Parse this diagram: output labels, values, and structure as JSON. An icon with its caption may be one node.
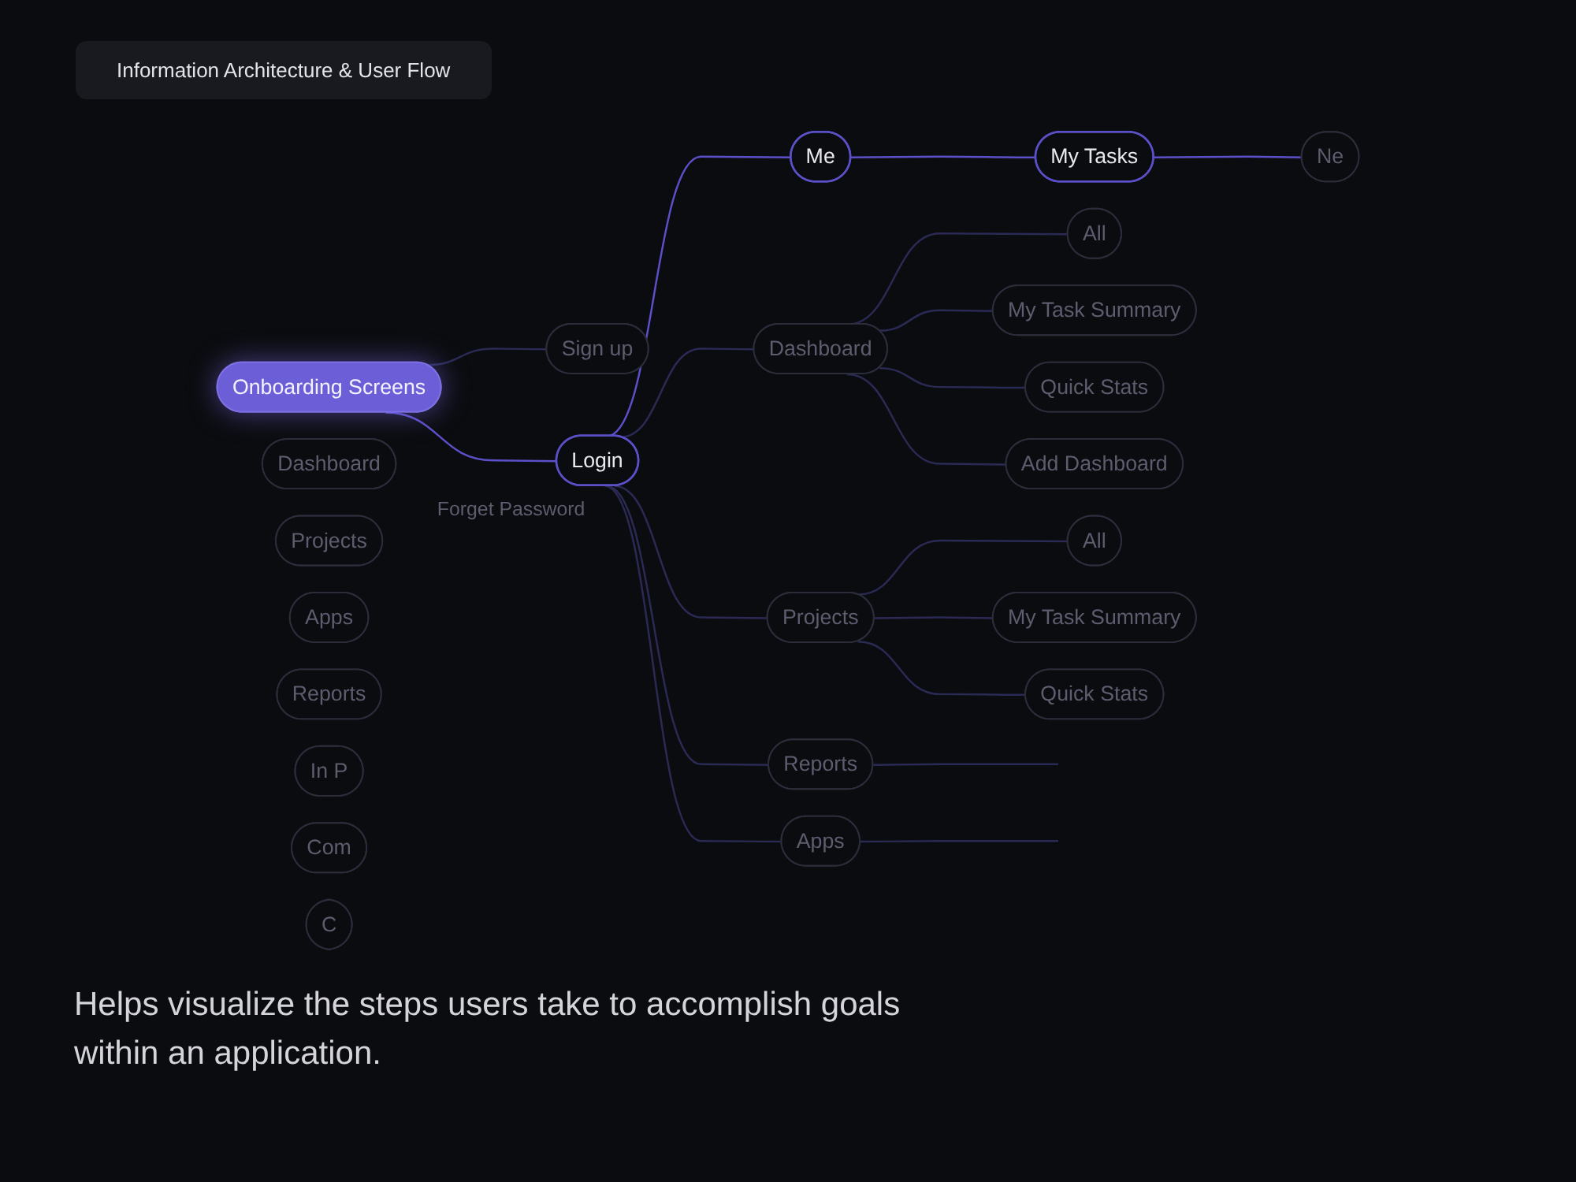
{
  "diagram": {
    "title": "Information Architecture & User Flow",
    "caption": "Helps visualize the steps users take to accomplish goals within an application.",
    "nodes": [
      {
        "text": [
          "Onboarding Screens"
        ]
      },
      {
        "text": [
          "Sign up"
        ]
      },
      {
        "text": [
          "Login"
        ],
        "beside": [
          "Forget Password"
        ]
      },
      {
        "text": [
          "Me"
        ]
      },
      {
        "text": [
          "Dashboard"
        ]
      },
      {
        "text": [
          "Projects"
        ]
      },
      {
        "text": [
          "Reports"
        ]
      },
      {
        "text": [
          "Apps"
        ]
      },
      {
        "text": [
          "Dashboard"
        ]
      },
      {
        "text": [
          "Projects"
        ]
      },
      {
        "text": [
          "My Tasks"
        ]
      },
      {
        "text": [
          "Apps"
        ]
      },
      {
        "text": [
          "Reports"
        ]
      },
      {
        "text": [
          "All"
        ]
      },
      {
        "text": [
          "My Task Summary"
        ]
      },
      {
        "text": [
          "Quick Stats"
        ]
      },
      {
        "text": [
          "Add Dashboard"
        ]
      },
      {
        "text": [
          "All"
        ]
      },
      {
        "text": [
          "My Task Summary"
        ]
      },
      {
        "text": [
          "Quick Stats"
        ]
      },
      {
        "text": [
          "Ne"
        ]
      },
      {
        "text": [
          "In P"
        ]
      },
      {
        "text": [
          "Com"
        ]
      },
      {
        "text": [
          "C"
        ]
      }
    ],
    "edges": [
      {
        "from": 0,
        "to": 1,
        "arrow": "none"
      },
      {
        "from": 0,
        "to": 2,
        "arrow": "none",
        "color": "#5b50c8"
      },
      {
        "from": 2,
        "to": 3,
        "arrow": "none",
        "color": "#5b50c8"
      },
      {
        "from": 2,
        "to": 4,
        "arrow": "none"
      },
      {
        "from": 2,
        "to": 5,
        "arrow": "none"
      },
      {
        "from": 2,
        "to": 6,
        "arrow": "none"
      },
      {
        "from": 2,
        "to": 7,
        "arrow": "none"
      },
      {
        "from": 3,
        "to": 10,
        "arrow": "none",
        "color": "#5b50c8"
      },
      {
        "from": 10,
        "to": 20,
        "arrow": "none",
        "color": "#5b50c8"
      },
      {
        "from": 4,
        "to": 13,
        "arrow": "none"
      },
      {
        "from": 4,
        "to": 14,
        "arrow": "none"
      },
      {
        "from": 4,
        "to": 15,
        "arrow": "none"
      },
      {
        "from": 4,
        "to": 16,
        "arrow": "none"
      },
      {
        "from": 5,
        "to": 17,
        "arrow": "none"
      },
      {
        "from": 5,
        "to": 18,
        "arrow": "none"
      },
      {
        "from": 5,
        "to": 19,
        "arrow": "none"
      },
      {
        "from": 6,
        "to": null,
        "arrow": "none"
      },
      {
        "from": 7,
        "to": null,
        "arrow": "none"
      }
    ]
  }
}
